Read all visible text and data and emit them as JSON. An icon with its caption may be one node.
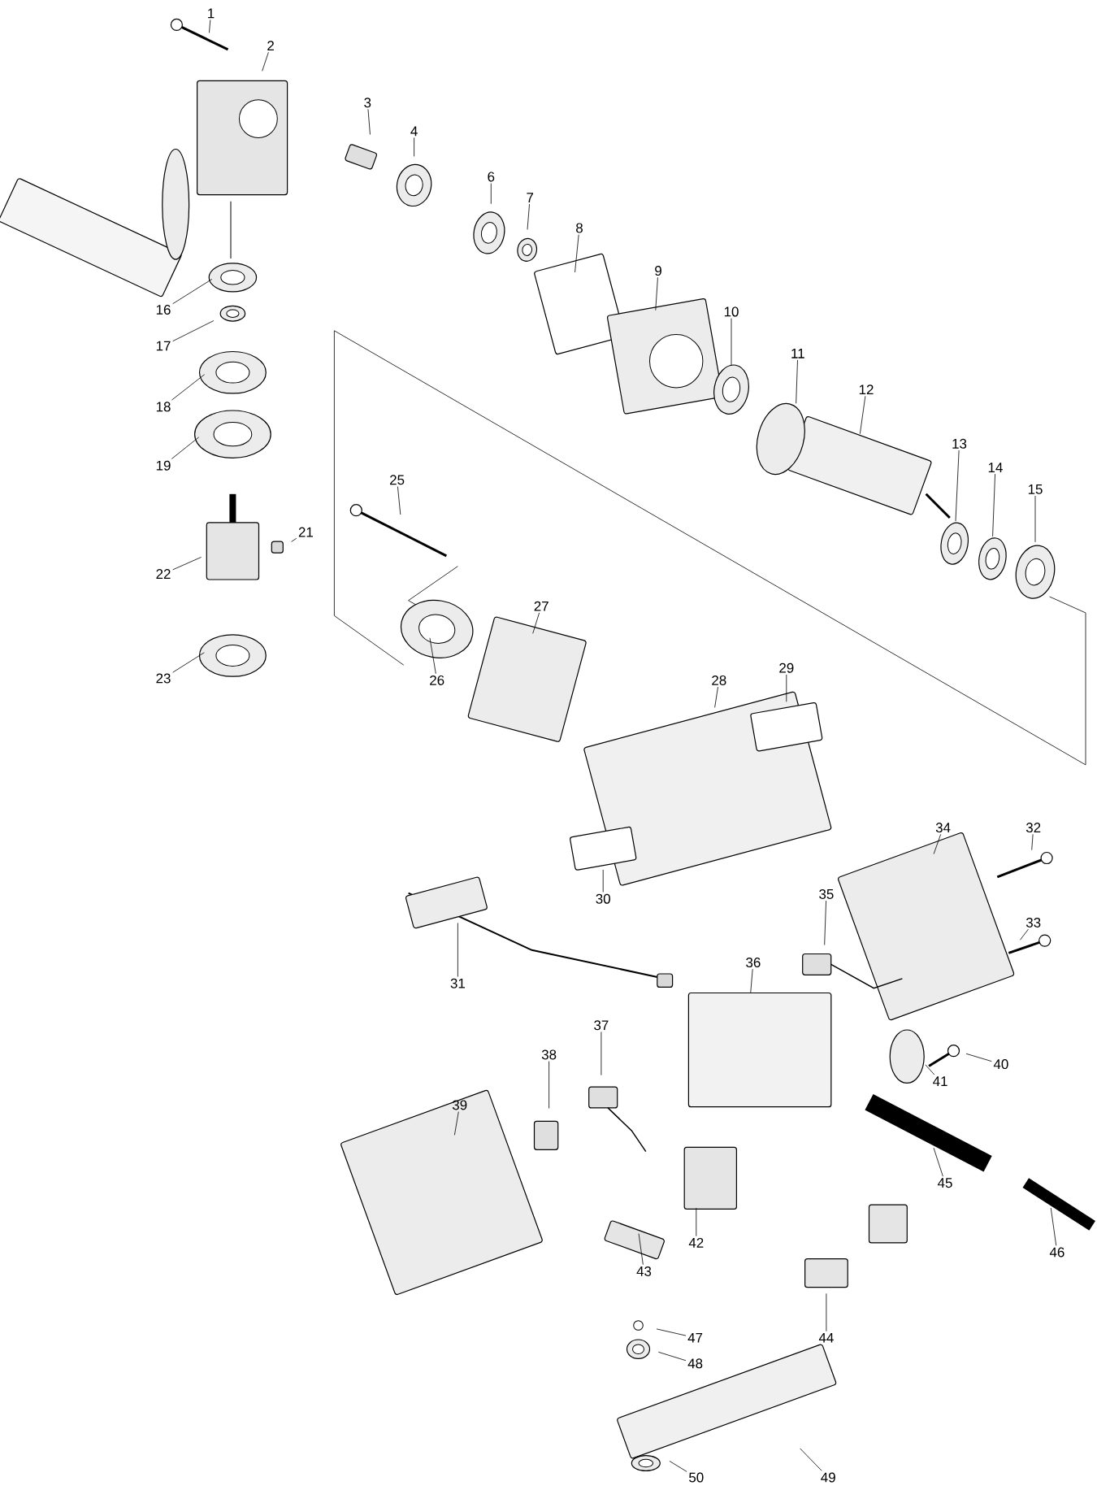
{
  "diagram": {
    "nodes": [
      {
        "text": [
          "1"
        ]
      },
      {
        "text": [
          "2"
        ]
      },
      {
        "text": [
          "3"
        ]
      },
      {
        "text": [
          "4"
        ]
      },
      {
        "text": [
          "6"
        ]
      },
      {
        "text": [
          "7"
        ]
      },
      {
        "text": [
          "8"
        ]
      },
      {
        "text": [
          "9"
        ]
      },
      {
        "text": [
          "10"
        ]
      },
      {
        "text": [
          "11"
        ]
      },
      {
        "text": [
          "12"
        ]
      },
      {
        "text": [
          "13"
        ]
      },
      {
        "text": [
          "14"
        ]
      },
      {
        "text": [
          "15"
        ]
      },
      {
        "text": [
          "16"
        ]
      },
      {
        "text": [
          "17"
        ]
      },
      {
        "text": [
          "18"
        ]
      },
      {
        "text": [
          "19"
        ]
      },
      {
        "text": [
          "21"
        ]
      },
      {
        "text": [
          "22"
        ]
      },
      {
        "text": [
          "23"
        ]
      },
      {
        "text": [
          "25"
        ]
      },
      {
        "text": [
          "26"
        ]
      },
      {
        "text": [
          "27"
        ]
      },
      {
        "text": [
          "28"
        ]
      },
      {
        "text": [
          "29"
        ]
      },
      {
        "text": [
          "30"
        ]
      },
      {
        "text": [
          "31"
        ]
      },
      {
        "text": [
          "32"
        ]
      },
      {
        "text": [
          "33"
        ]
      },
      {
        "text": [
          "34"
        ]
      },
      {
        "text": [
          "35"
        ]
      },
      {
        "text": [
          "36"
        ]
      },
      {
        "text": [
          "37"
        ]
      },
      {
        "text": [
          "38"
        ]
      },
      {
        "text": [
          "39"
        ]
      },
      {
        "text": [
          "40"
        ]
      },
      {
        "text": [
          "41"
        ]
      },
      {
        "text": [
          "42"
        ]
      },
      {
        "text": [
          "43"
        ]
      },
      {
        "text": [
          "44"
        ]
      },
      {
        "text": [
          "45"
        ]
      },
      {
        "text": [
          "46"
        ]
      },
      {
        "text": [
          "47"
        ]
      },
      {
        "text": [
          "48"
        ]
      },
      {
        "text": [
          "49"
        ]
      },
      {
        "text": [
          "50"
        ]
      }
    ],
    "edges": [
      {
        "from": 0,
        "to": null,
        "arrow": "none"
      },
      {
        "from": 1,
        "to": null,
        "arrow": "none"
      },
      {
        "from": 2,
        "to": null,
        "arrow": "none"
      },
      {
        "from": 3,
        "to": null,
        "arrow": "none"
      },
      {
        "from": 4,
        "to": null,
        "arrow": "none"
      },
      {
        "from": 5,
        "to": null,
        "arrow": "none"
      },
      {
        "from": 6,
        "to": null,
        "arrow": "none"
      },
      {
        "from": 7,
        "to": null,
        "arrow": "none"
      },
      {
        "from": 8,
        "to": null,
        "arrow": "none"
      },
      {
        "from": 9,
        "to": null,
        "arrow": "none"
      },
      {
        "from": 10,
        "to": null,
        "arrow": "none"
      },
      {
        "from": 11,
        "to": null,
        "arrow": "none"
      },
      {
        "from": 12,
        "to": null,
        "arrow": "none"
      },
      {
        "from": 13,
        "to": null,
        "arrow": "none"
      },
      {
        "from": 14,
        "to": null,
        "arrow": "none"
      },
      {
        "from": 15,
        "to": null,
        "arrow": "none"
      },
      {
        "from": 16,
        "to": null,
        "arrow": "none"
      },
      {
        "from": 17,
        "to": null,
        "arrow": "none"
      },
      {
        "from": 18,
        "to": null,
        "arrow": "none"
      },
      {
        "from": 19,
        "to": null,
        "arrow": "none"
      },
      {
        "from": 20,
        "to": null,
        "arrow": "none"
      },
      {
        "from": 21,
        "to": null,
        "arrow": "none"
      },
      {
        "from": 22,
        "to": null,
        "arrow": "none"
      },
      {
        "from": 23,
        "to": null,
        "arrow": "none"
      },
      {
        "from": 24,
        "to": null,
        "arrow": "none"
      },
      {
        "from": 25,
        "to": null,
        "arrow": "none"
      },
      {
        "from": 26,
        "to": null,
        "arrow": "none"
      },
      {
        "from": 27,
        "to": null,
        "arrow": "none"
      },
      {
        "from": 28,
        "to": null,
        "arrow": "none"
      },
      {
        "from": 29,
        "to": null,
        "arrow": "none"
      },
      {
        "from": 30,
        "to": null,
        "arrow": "none"
      },
      {
        "from": 31,
        "to": null,
        "arrow": "none"
      },
      {
        "from": 32,
        "to": null,
        "arrow": "none"
      },
      {
        "from": 33,
        "to": null,
        "arrow": "none"
      },
      {
        "from": 34,
        "to": null,
        "arrow": "none"
      },
      {
        "from": 35,
        "to": null,
        "arrow": "none"
      },
      {
        "from": 36,
        "to": null,
        "arrow": "none"
      },
      {
        "from": 37,
        "to": null,
        "arrow": "none"
      },
      {
        "from": 38,
        "to": null,
        "arrow": "none"
      },
      {
        "from": 39,
        "to": null,
        "arrow": "none"
      },
      {
        "from": 40,
        "to": null,
        "arrow": "none"
      },
      {
        "from": 41,
        "to": null,
        "arrow": "none"
      },
      {
        "from": 42,
        "to": null,
        "arrow": "none"
      },
      {
        "from": 43,
        "to": null,
        "arrow": "none"
      },
      {
        "from": 44,
        "to": null,
        "arrow": "none"
      },
      {
        "from": 45,
        "to": null,
        "arrow": "none"
      },
      {
        "from": 46,
        "to": null,
        "arrow": "none"
      }
    ]
  }
}
